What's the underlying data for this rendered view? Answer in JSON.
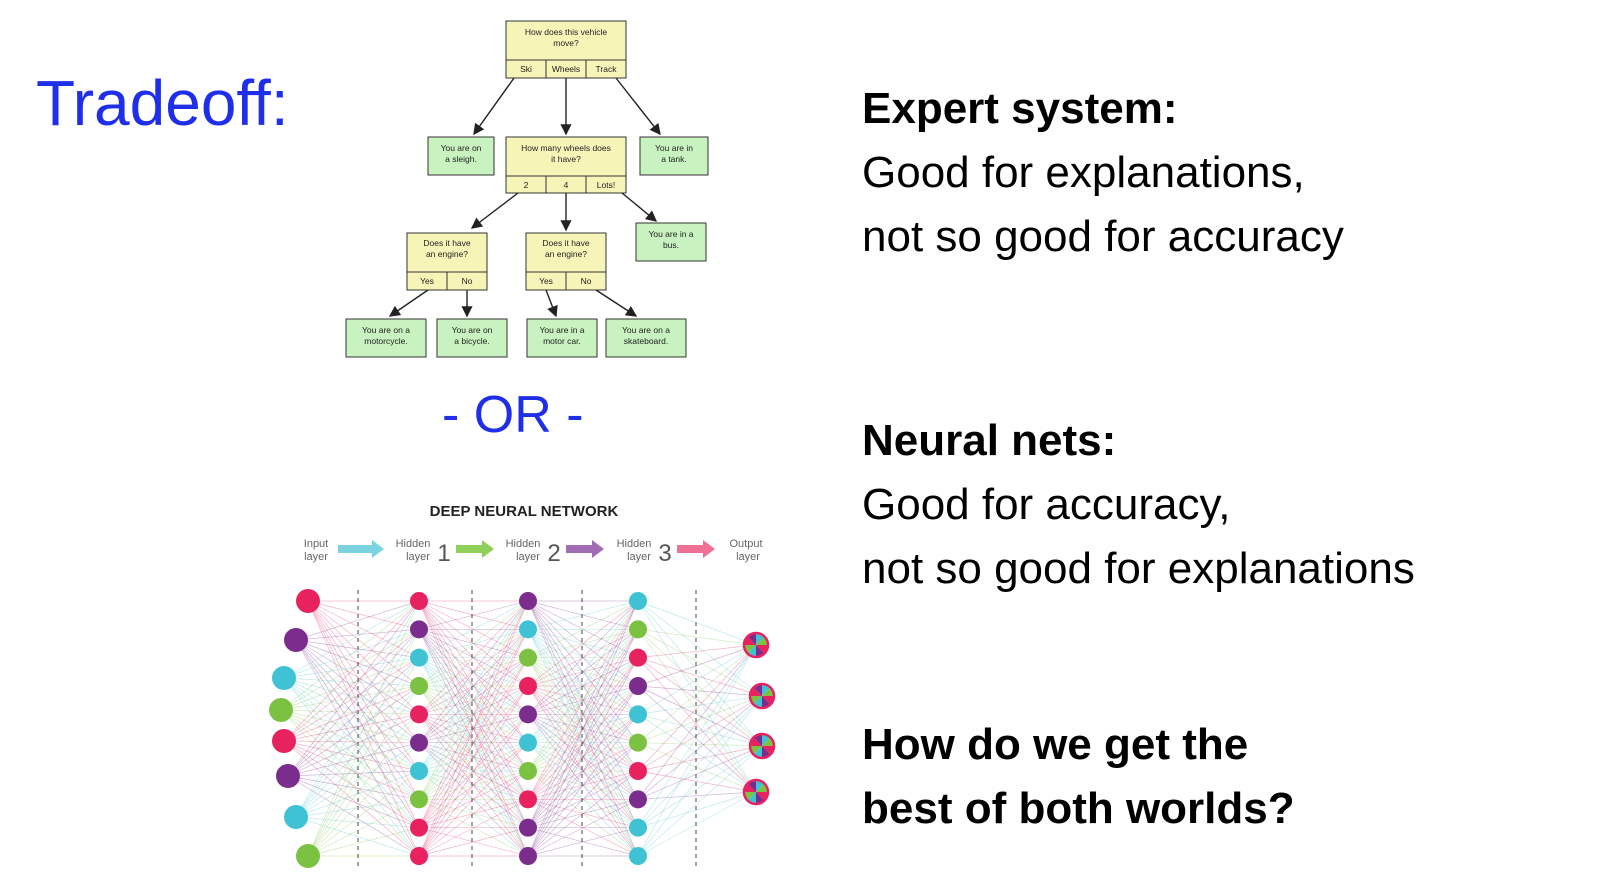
{
  "slide": {
    "title": "Tradeoff:",
    "or_label": "- OR -",
    "expert": {
      "heading": "Expert system:",
      "line1": "Good for explanations,",
      "line2": "not so good for accuracy"
    },
    "neural": {
      "heading": "Neural nets:",
      "line1": "Good for accuracy,",
      "line2": "not so good for explanations"
    },
    "question": {
      "line1": "How do we get the",
      "line2": "best of both worlds?"
    }
  },
  "decision_tree": {
    "q1": {
      "l1": "How does this vehicle",
      "l2": "move?",
      "opt1": "Ski",
      "opt2": "Wheels",
      "opt3": "Track"
    },
    "sleigh": {
      "l1": "You are on",
      "l2": "a sleigh."
    },
    "q2": {
      "l1": "How many wheels does",
      "l2": "it have?",
      "opt1": "2",
      "opt2": "4",
      "opt3": "Lots!"
    },
    "tank": {
      "l1": "You are in",
      "l2": "a tank."
    },
    "bus": {
      "l1": "You are in a",
      "l2": "bus."
    },
    "q3": {
      "l1": "Does it have",
      "l2": "an engine?",
      "opt1": "Yes",
      "opt2": "No"
    },
    "q4": {
      "l1": "Does it have",
      "l2": "an engine?",
      "opt1": "Yes",
      "opt2": "No"
    },
    "motorcycle": {
      "l1": "You are on a",
      "l2": "motorcycle."
    },
    "bicycle": {
      "l1": "You are on",
      "l2": "a bicycle."
    },
    "motorcar": {
      "l1": "You are in a",
      "l2": "motor car."
    },
    "skateboard": {
      "l1": "You are on a",
      "l2": "skateboard."
    }
  },
  "neural_network": {
    "title": "DEEP NEURAL NETWORK",
    "input_l1": "Input",
    "input_l2": "layer",
    "h1_l1": "Hidden",
    "h1_l2": "layer",
    "h1_num": "1",
    "h2_l1": "Hidden",
    "h2_l2": "layer",
    "h2_num": "2",
    "h3_l1": "Hidden",
    "h3_l2": "layer",
    "h3_num": "3",
    "output_l1": "Output",
    "output_l2": "layer",
    "colors": {
      "pink": "#e8215f",
      "purple": "#7b2d8e",
      "cyan": "#3fc3d4",
      "green": "#7cc242",
      "question_blue": "#1f2ee8"
    }
  }
}
